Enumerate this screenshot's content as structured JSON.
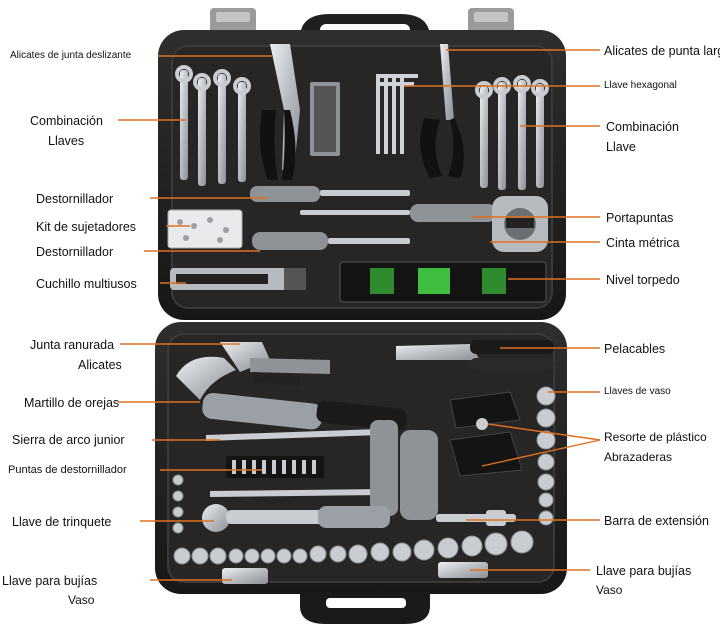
{
  "colors": {
    "leader_line": "#e0701e",
    "case_shell": "#1f1f1f",
    "case_foam": "#262626",
    "case_edge": "#3a3a3a",
    "metal": "#c9ccd0",
    "grip_grey": "#8f9398",
    "grip_black": "#1a1a1a",
    "level_green": "#3fbf3f",
    "background": "#ffffff"
  },
  "labels": {
    "slip_joint_pliers": "Alicates de junta deslizante",
    "long_nose_pliers": "Alicates de punta larga",
    "hex_key": "Llave hexagonal",
    "combo_wrench_left_1": "Combinación",
    "combo_wrench_left_2": "Llaves",
    "combo_wrench_right_1": "Combinación",
    "combo_wrench_right_2": "Llave",
    "screwdriver_1": "Destornillador",
    "bit_holder": "Portapuntas",
    "fastener_kit": "Kit de sujetadores",
    "tape_measure": "Cinta métrica",
    "screwdriver_2": "Destornillador",
    "utility_knife": "Cuchillo multiusos",
    "torpedo_level": "Nivel torpedo",
    "groove_joint_1": "Junta ranurada",
    "groove_joint_2": "Alicates",
    "wire_stripper": "Pelacables",
    "socket_wrenches": "Llaves de vaso",
    "claw_hammer": "Martillo de orejas",
    "junior_hacksaw": "Sierra de arco junior",
    "plastic_spring_1": "Resorte de plástico",
    "plastic_spring_2": "Abrazaderas",
    "screwdriver_bits": "Puntas de destornillador",
    "ratchet_wrench": "Llave de trinquete",
    "extension_bar": "Barra de extensión",
    "spark_plug_left_1": "Llave para bujías",
    "spark_plug_left_2": "Vaso",
    "spark_plug_right_1": "Llave para bujías",
    "spark_plug_right_2": "Vaso"
  },
  "icons": [
    "tool-case-icon",
    "pliers-icon",
    "wrench-icon",
    "screwdriver-icon",
    "hammer-icon",
    "hacksaw-icon",
    "level-icon",
    "tape-measure-icon",
    "socket-icon",
    "ratchet-icon"
  ]
}
